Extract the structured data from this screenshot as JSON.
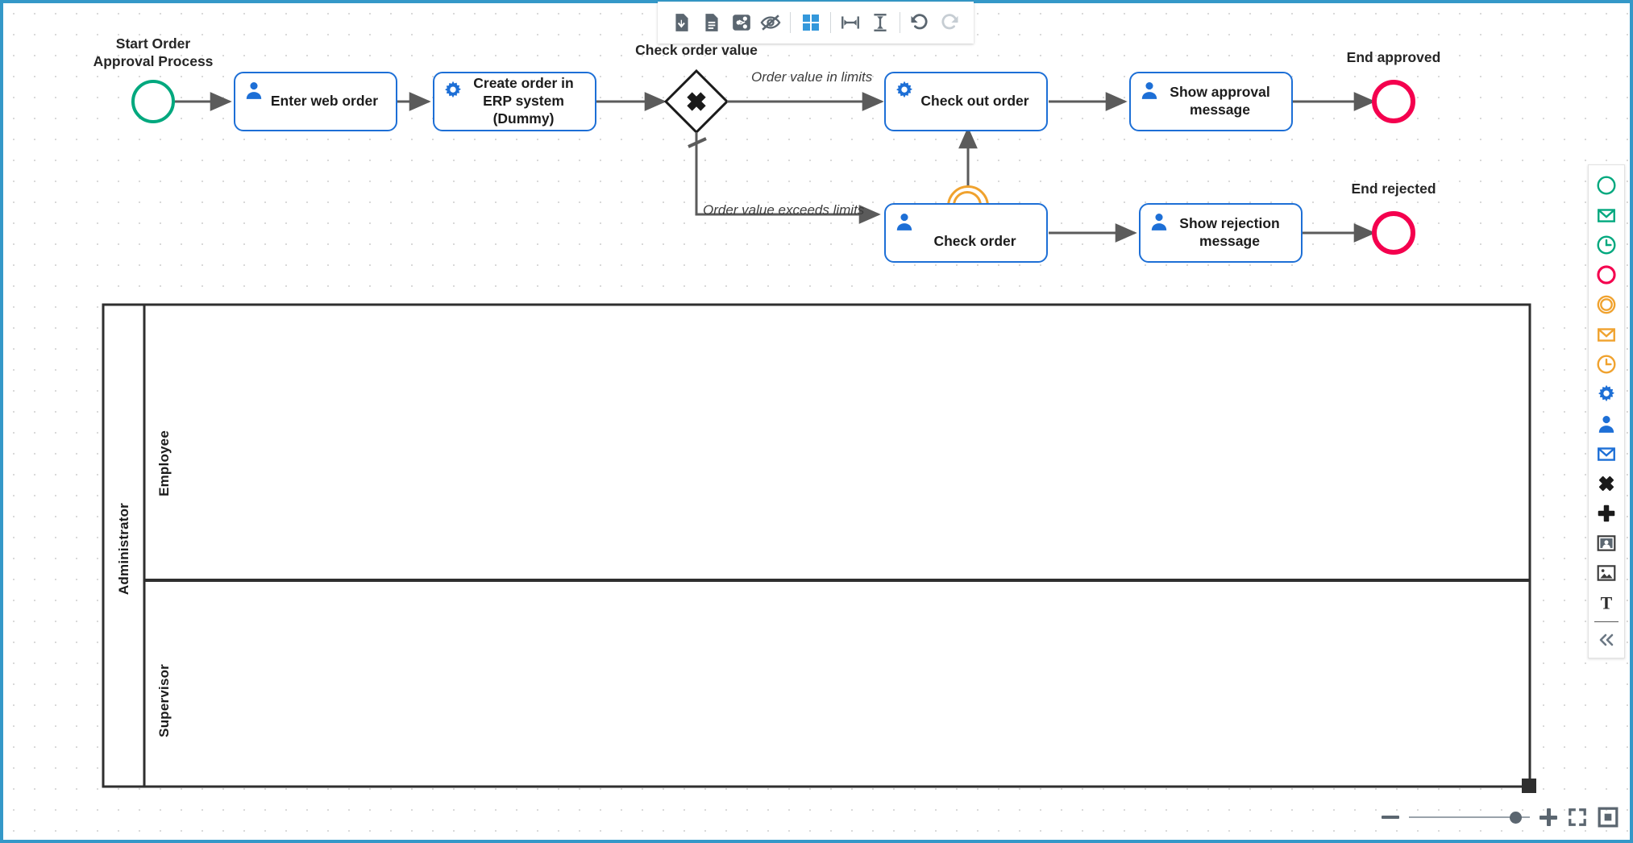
{
  "app": {
    "accent_blue": "#3498c8",
    "task_border": "#1d6fd6",
    "start_green": "#00a87e",
    "end_red": "#f4004e",
    "boundary_orange": "#f0a22e",
    "connector_gray": "#5b5b5b"
  },
  "toolbar": {
    "buttons": [
      {
        "name": "download-icon",
        "label": "Download diagram"
      },
      {
        "name": "document-icon",
        "label": "Open documentation"
      },
      {
        "name": "share-icon",
        "label": "Share diagram"
      },
      {
        "name": "eye-slash-icon",
        "label": "Hide labels"
      },
      {
        "name": "grid-icon",
        "label": "Toggle grid",
        "active": true
      },
      {
        "name": "align-horizontal-icon",
        "label": "Distribute horizontally"
      },
      {
        "name": "align-vertical-icon",
        "label": "Distribute vertically"
      },
      {
        "name": "undo-icon",
        "label": "Undo"
      },
      {
        "name": "redo-icon",
        "label": "Redo",
        "disabled": true
      }
    ]
  },
  "diagram": {
    "type": "bpmn-process",
    "labels": {
      "start_event": "Start Order\nApproval Process",
      "gateway": "Check order value",
      "end_approved": "End approved",
      "end_rejected": "End rejected"
    },
    "tasks": [
      {
        "id": "enter-web-order",
        "name": "Enter web order",
        "icon": "user-task-icon"
      },
      {
        "id": "create-order-erp",
        "name": "Create order in\nERP system\n(Dummy)",
        "icon": "service-task-icon"
      },
      {
        "id": "check-out-order",
        "name": "Check out order",
        "icon": "service-task-icon"
      },
      {
        "id": "show-approval-message",
        "name": "Show approval\nmessage",
        "icon": "user-task-icon"
      },
      {
        "id": "check-order",
        "name": "Check order",
        "icon": "user-task-icon",
        "boundary_event": "timer-boundary-event"
      },
      {
        "id": "show-rejection-message",
        "name": "Show rejection\nmessage",
        "icon": "user-task-icon"
      }
    ],
    "flows": [
      {
        "id": "flow-in-limits",
        "label": "Order value in limits"
      },
      {
        "id": "flow-exceeds-limits",
        "label": "Order value exceeds limits"
      }
    ],
    "pool": {
      "name": "Administrator",
      "lanes": [
        {
          "name": "Employee"
        },
        {
          "name": "Supervisor"
        }
      ]
    }
  },
  "palette": {
    "items": [
      {
        "name": "start-event-tool",
        "label": "Start event"
      },
      {
        "name": "message-start-event-tool",
        "label": "Message start event"
      },
      {
        "name": "timer-start-event-tool",
        "label": "Timer start event"
      },
      {
        "name": "end-event-tool",
        "label": "End event"
      },
      {
        "name": "intermediate-event-tool",
        "label": "Intermediate event"
      },
      {
        "name": "message-intermediate-event-tool",
        "label": "Message intermediate event"
      },
      {
        "name": "timer-intermediate-event-tool",
        "label": "Timer intermediate event"
      },
      {
        "name": "service-task-tool",
        "label": "Service task"
      },
      {
        "name": "user-task-tool",
        "label": "User task"
      },
      {
        "name": "send-task-tool",
        "label": "Send task"
      },
      {
        "name": "exclusive-gateway-tool",
        "label": "Exclusive gateway"
      },
      {
        "name": "parallel-gateway-tool",
        "label": "Parallel gateway"
      },
      {
        "name": "pool-lane-tool",
        "label": "Pool / Lane"
      },
      {
        "name": "image-tool",
        "label": "Image"
      },
      {
        "name": "text-annotation-tool",
        "label": "Text annotation"
      },
      {
        "name": "collapse-palette-button",
        "label": "Collapse palette"
      }
    ]
  },
  "zoom_controls": {
    "zoom_out": "Zoom out",
    "slider": "Zoom level",
    "zoom_in": "Zoom in",
    "fit_viewport": "Fit to viewport",
    "reset_zoom": "Reset zoom"
  }
}
